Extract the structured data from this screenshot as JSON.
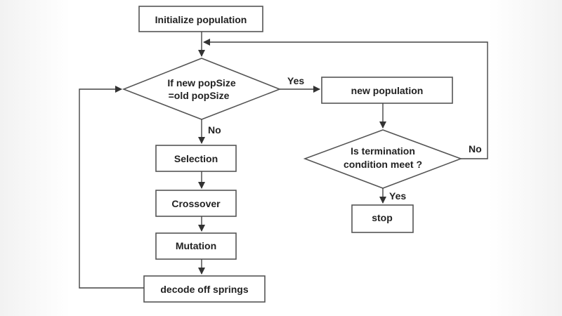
{
  "diagram": {
    "nodes": {
      "init": "Initialize population",
      "decision1_line1": "If new popSize",
      "decision1_line2": "=old popSize",
      "selection": "Selection",
      "crossover": "Crossover",
      "mutation": "Mutation",
      "decode": "decode off springs",
      "new_population": "new population",
      "decision2_line1": "Is termination",
      "decision2_line2": "condition meet ?",
      "stop": "stop"
    },
    "edges": {
      "yes1": "Yes",
      "no1": "No",
      "no2": "No",
      "yes2": "Yes"
    }
  }
}
